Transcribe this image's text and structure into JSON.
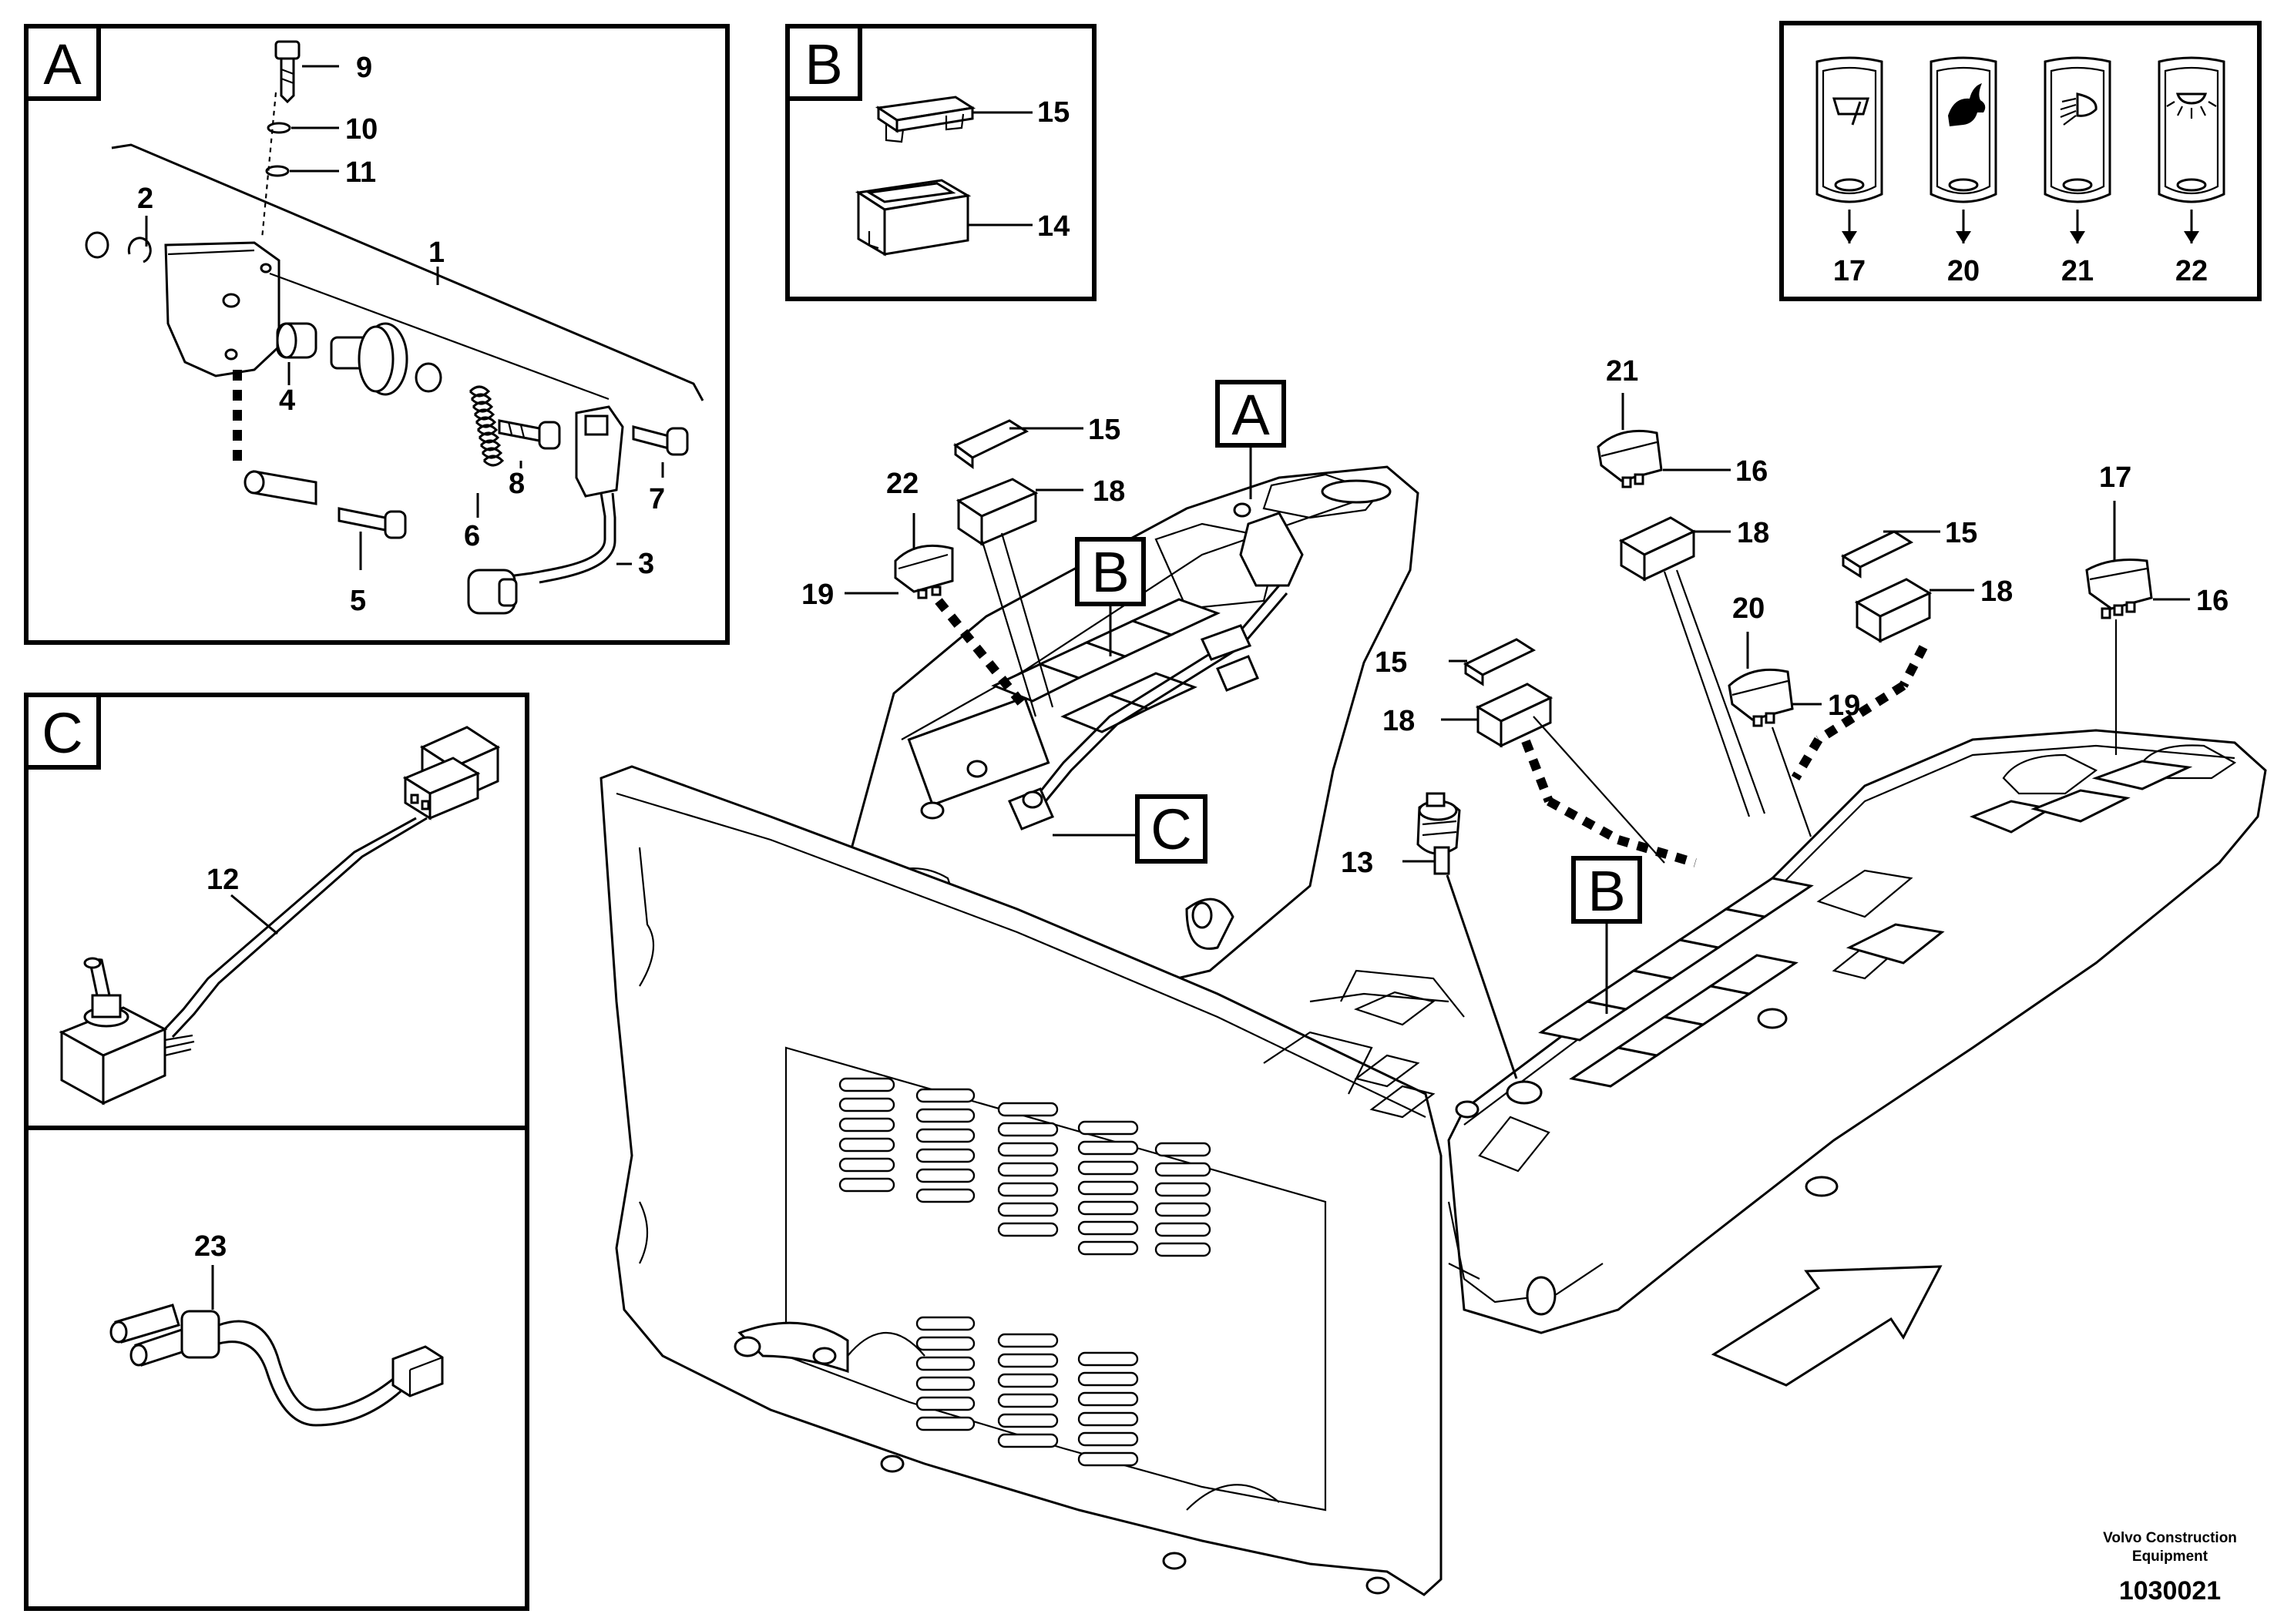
{
  "panels": {
    "a_label": "A",
    "b_label": "B",
    "c_label": "C"
  },
  "callouts": {
    "main_a": "A",
    "main_b1": "B",
    "main_b2": "B",
    "main_c": "C"
  },
  "parts": {
    "p1": "1",
    "p2": "2",
    "p3": "3",
    "p4": "4",
    "p5": "5",
    "p6": "6",
    "p7": "7",
    "p8": "8",
    "p9": "9",
    "p10": "10",
    "p11": "11",
    "p12": "12",
    "p13": "13",
    "p14": "14",
    "p15": "15",
    "p15b": "15",
    "p15c": "15",
    "p15d": "15",
    "p16a": "16",
    "p16b": "16",
    "p17": "17",
    "p17b": "17",
    "p18a": "18",
    "p18b": "18",
    "p18c": "18",
    "p18d": "18",
    "p19a": "19",
    "p19b": "19",
    "p20": "20",
    "p20b": "20",
    "p21": "21",
    "p21b": "21",
    "p22": "22",
    "p22b": "22",
    "p23": "23"
  },
  "icons": {
    "s17": "wiper-icon",
    "s20": "rabbit-icon",
    "s21": "work-light-icon",
    "s22": "cab-light-icon"
  },
  "footer": {
    "brand_line1": "Volvo Construction",
    "brand_line2": "Equipment",
    "drawing_number": "1030021"
  }
}
